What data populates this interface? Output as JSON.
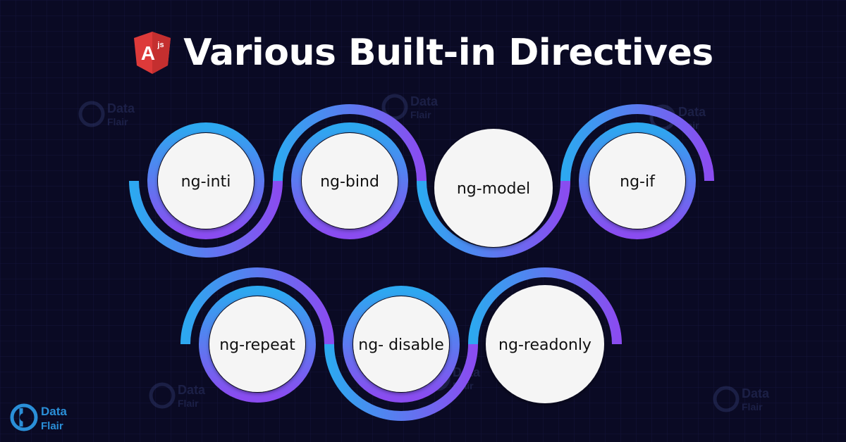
{
  "title": "Various Built-in Directives",
  "logo": {
    "letter": "A",
    "superscript": "js",
    "icon": "angularjs-shield-icon"
  },
  "directives_row1": [
    "ng-inti",
    "ng-bind",
    "ng-model",
    "ng-if"
  ],
  "directives_row2": [
    "ng-repeat",
    "ng- disable",
    "ng-readonly"
  ],
  "watermark": {
    "line1": "Data",
    "line2": "Flair"
  },
  "brand": {
    "line1": "Data",
    "line2": "Flair"
  },
  "colors": {
    "background": "#0a0a24",
    "ring_blue": "#2da8f0",
    "ring_purple": "#8a4cf0",
    "circle_fill": "#f5f5f5",
    "angular_red": "#dd3a3a"
  }
}
